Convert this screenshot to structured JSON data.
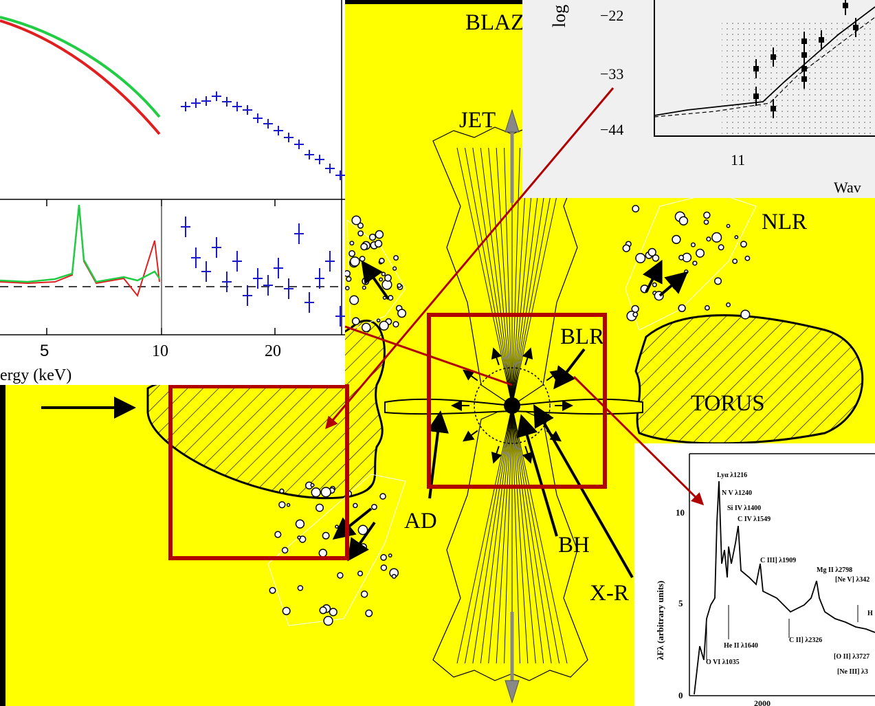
{
  "colors": {
    "background_yellow": "#ffff00",
    "zoom_box_red": "#b00000",
    "spectrum_red": "#e02020",
    "spectrum_green": "#22cc44",
    "spectrum_blue": "#1a1acc",
    "inset_gray": "#f0f0f0"
  },
  "agn_diagram": {
    "labels": {
      "blazar": "BLAZ",
      "jet": "JET",
      "nlr": "NLR",
      "blr": "BLR",
      "torus": "TORUS",
      "ad": "AD",
      "bh": "BH",
      "xray": "X-R"
    }
  },
  "xray_inset": {
    "xaxis_label": "ergy (keV)",
    "ticks": [
      "5",
      "10",
      "20"
    ]
  },
  "sed_inset": {
    "y_label": "log",
    "y_ticks": [
      "−22",
      "−33",
      "−44"
    ],
    "x_ticks": [
      "11"
    ],
    "x_label": "Wav"
  },
  "optical_spectrum_inset": {
    "y_label": "λFλ (arbitrary units)",
    "y_ticks": [
      "10",
      "5",
      "0"
    ],
    "x_ticks": [
      "2000"
    ],
    "lines": [
      "Lyα λ1216",
      "N V λ1240",
      "Si IV λ1400",
      "C IV λ1549",
      "C III] λ1909",
      "Mg II λ2798",
      "[Ne V] λ342",
      "He II λ1640",
      "C II] λ2326",
      "O VI λ1035",
      "[O II] λ3727",
      "[Ne III] λ3",
      "H"
    ]
  }
}
